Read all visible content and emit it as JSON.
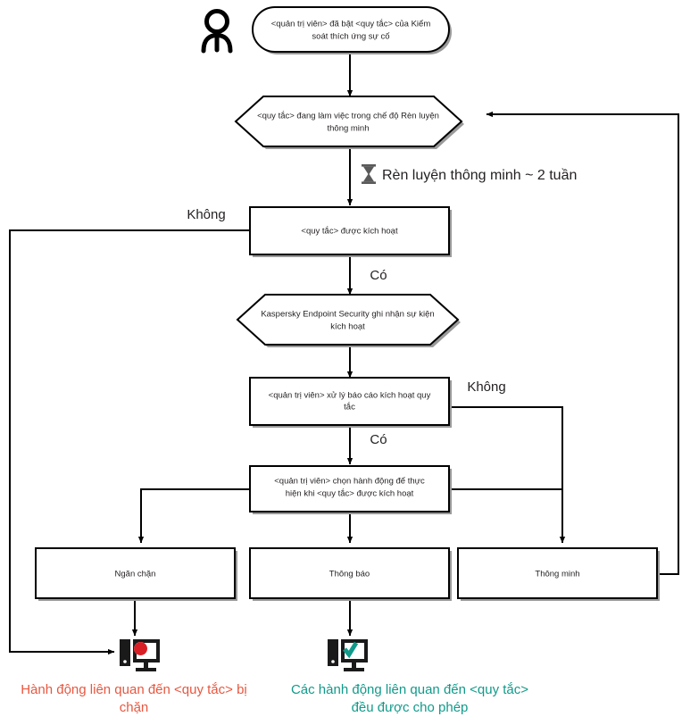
{
  "diagram": {
    "title": "Quy trinh Kiem soat thich ung su co",
    "colors": {
      "stroke": "#000000",
      "node_fill": "#ffffff",
      "text": "#231f20",
      "blocked_caption": "#e8573f",
      "allowed_caption": "#119a8a",
      "deny_icon": "#d81f26",
      "allow_icon": "#119a8a"
    },
    "nodes": {
      "actor": {
        "name": "administrator-actor-icon"
      },
      "start": {
        "shape": "rounded-rect",
        "line1": "<quản trị viên> đã bật <quy tắc> của Kiểm",
        "line2": "soát thích ứng sự cố"
      },
      "training_mode": {
        "shape": "hexagon",
        "line1": "<quy tắc> đang làm việc trong chế độ Rèn luyện",
        "line2": "thông minh"
      },
      "rule_triggered": {
        "shape": "rect",
        "line1": "<quy tắc> được kích hoạt",
        "line2": ""
      },
      "kes_event": {
        "shape": "hexagon",
        "line1": "Kaspersky Endpoint Security ghi nhận sự kiện",
        "line2": "kích hoạt"
      },
      "admin_report": {
        "shape": "rect",
        "line1": "<quản trị viên> xử lý báo cáo kích hoạt quy",
        "line2": "tắc"
      },
      "admin_choose_action": {
        "shape": "rect",
        "line1": "<quản trị viên> chọn hành động để thực",
        "line2": "hiện khi <quy tắc> được kích hoạt"
      },
      "action_block": {
        "shape": "rect",
        "line1": "Ngăn chặn",
        "line2": ""
      },
      "action_notify": {
        "shape": "rect",
        "line1": "Thông báo",
        "line2": ""
      },
      "action_smart": {
        "shape": "rect",
        "line1": "Thông minh",
        "line2": ""
      }
    },
    "labels": {
      "timer_icon": "hourglass-icon",
      "timer": "Rèn luyện thông minh ~ 2 tuần",
      "no_from_rule_triggered": "Không",
      "yes_from_rule_triggered": "Có",
      "no_from_admin_report": "Không",
      "yes_from_admin_report": "Có"
    },
    "outcome_icons": {
      "blocked": {
        "name": "computer-blocked-icon"
      },
      "allowed": {
        "name": "computer-allowed-icon"
      }
    },
    "captions": {
      "blocked_line1": "Hành động liên quan đến <quy tắc> bị",
      "blocked_line2": "chặn",
      "allowed_line1": "Các hành động liên quan đến <quy tắc>",
      "allowed_line2": "đều được cho phép"
    }
  }
}
